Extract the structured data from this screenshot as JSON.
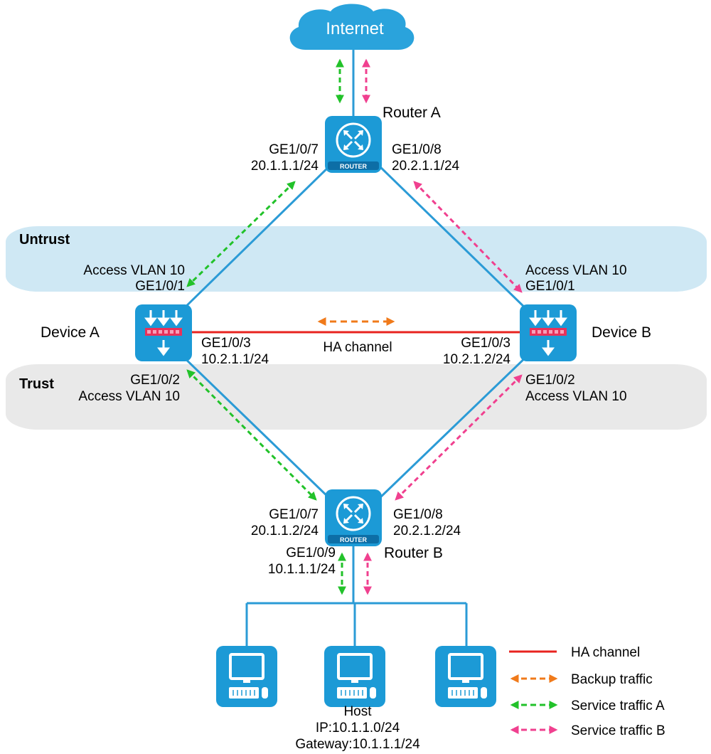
{
  "colors": {
    "link": "#2b9bd6",
    "ha_channel": "#e8231f",
    "backup": "#f07a1a",
    "service_a": "#22c22a",
    "service_b": "#f0408f",
    "device_fill": "#1c9ad6",
    "untrust_band": "#cfe8f4",
    "trust_band": "#e9e9e9"
  },
  "internet": {
    "label": "Internet"
  },
  "router_a": {
    "name": "Router A",
    "badge": "ROUTER",
    "left_port": "GE1/0/7",
    "left_ip": "20.1.1.1/24",
    "right_port": "GE1/0/8",
    "right_ip": "20.2.1.1/24"
  },
  "router_b": {
    "name": "Router B",
    "badge": "ROUTER",
    "left_port": "GE1/0/7",
    "left_ip": "20.1.1.2/24",
    "right_port": "GE1/0/8",
    "right_ip": "20.2.1.2/24",
    "down_port": "GE1/0/9",
    "down_ip": "10.1.1.1/24"
  },
  "zones": {
    "untrust": "Untrust",
    "trust": "Trust"
  },
  "device_a": {
    "name": "Device A",
    "up_access": "Access  VLAN 10",
    "up_port": "GE1/0/1",
    "ha_port": "GE1/0/3",
    "ha_ip": "10.2.1.1/24",
    "down_port": "GE1/0/2",
    "down_access": "Access  VLAN 10"
  },
  "device_b": {
    "name": "Device B",
    "up_access": "Access  VLAN 10",
    "up_port": "GE1/0/1",
    "ha_port": "GE1/0/3",
    "ha_ip": "10.2.1.2/24",
    "down_port": "GE1/0/2",
    "down_access": "Access  VLAN 10"
  },
  "ha_channel_label": "HA channel",
  "host": {
    "name": "Host",
    "ip": "IP:10.1.1.0/24",
    "gateway": "Gateway:10.1.1.1/24"
  },
  "legend": {
    "ha_channel": "HA channel",
    "backup": "Backup traffic",
    "service_a": "Service traffic A",
    "service_b": "Service traffic B"
  }
}
